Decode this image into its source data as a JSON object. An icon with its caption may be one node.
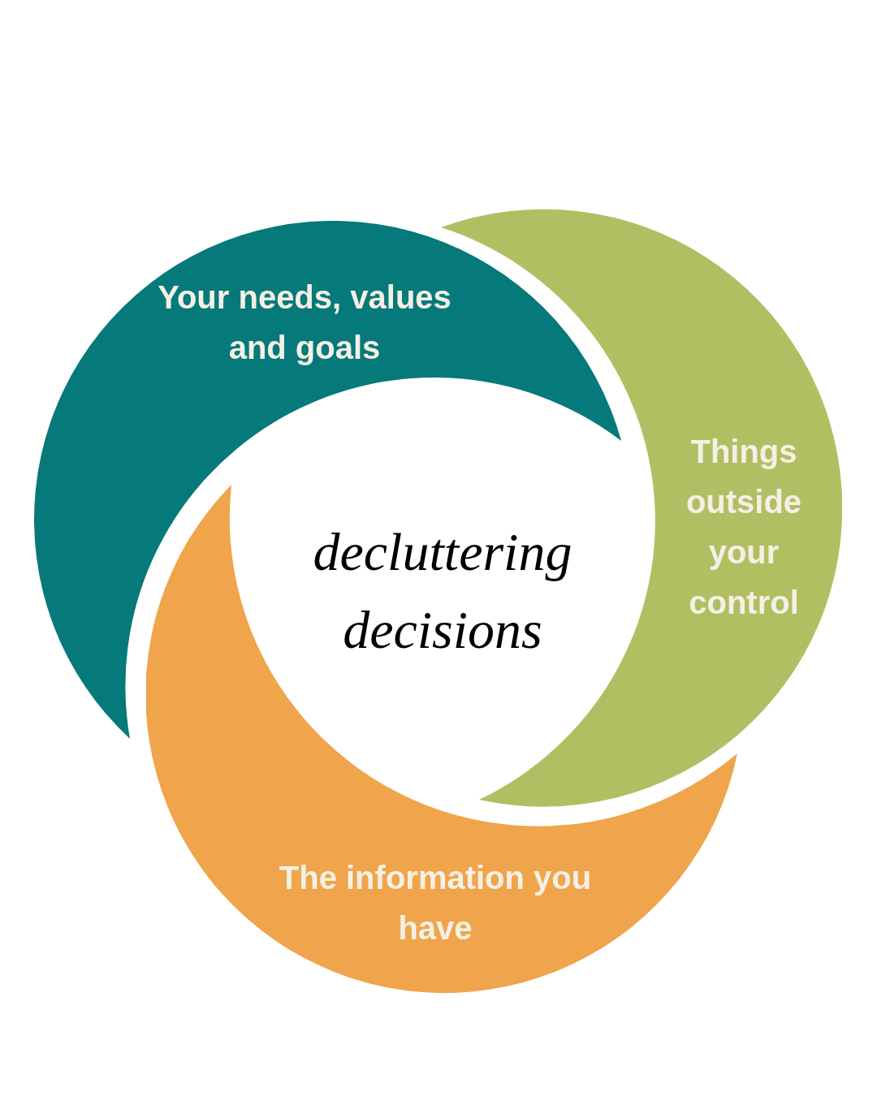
{
  "diagram": {
    "nodes": [
      {
        "text": [
          "Your needs, values and goals"
        ]
      },
      {
        "text": [
          "Things outside your control"
        ]
      },
      {
        "text": [
          "The information you have"
        ]
      }
    ],
    "labels": [
      "decluttering decisions"
    ]
  }
}
